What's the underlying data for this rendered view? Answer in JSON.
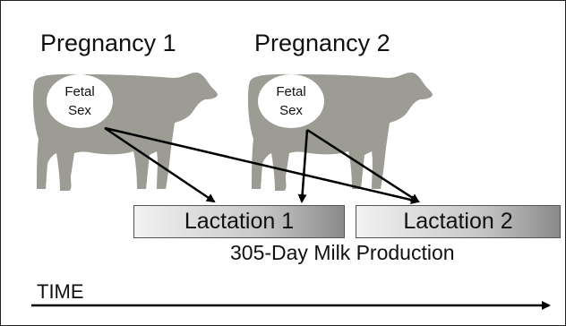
{
  "pregnancies": [
    {
      "title": "Pregnancy 1",
      "ellipse_line1": "Fetal",
      "ellipse_line2": "Sex"
    },
    {
      "title": "Pregnancy 2",
      "ellipse_line1": "Fetal",
      "ellipse_line2": "Sex"
    }
  ],
  "lactations": [
    "Lactation 1",
    "Lactation 2"
  ],
  "production_label": "305-Day Milk Production",
  "time_label": "TIME",
  "colors": {
    "cow": "#9c9c94",
    "arrow": "#000000"
  },
  "icons": [
    "cow-silhouette-icon",
    "arrow-icon"
  ]
}
